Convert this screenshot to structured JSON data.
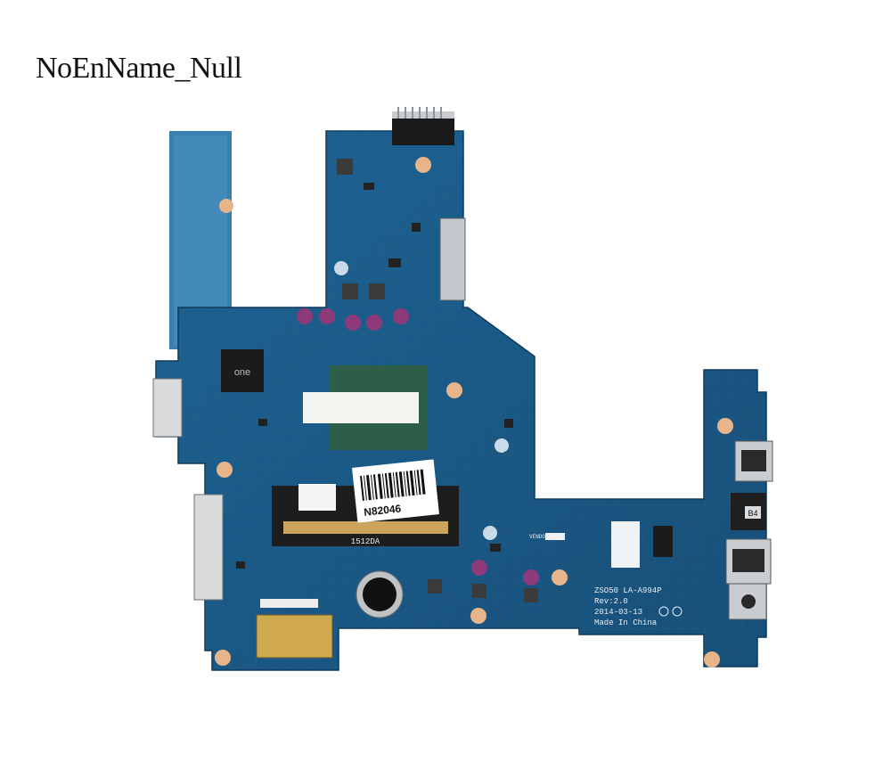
{
  "watermark": {
    "text": "NoEnName_Null"
  },
  "board": {
    "model": "ZSO50  LA-A994P",
    "revision": "Rev:2.0",
    "date": "2014-03-13",
    "origin": "Made In China",
    "sticker_code": "N82046",
    "vendor_label": "VENDOR",
    "port_label": "B4",
    "dimm_label": "1512DA",
    "colors": {
      "pcb": "#1c5f8e",
      "pcb_dark": "#14476c",
      "pcb_edge": "#2b7aa8",
      "gold": "#c9a45a",
      "pad": "#e8b48a",
      "metal": "#c8ccd0"
    }
  }
}
